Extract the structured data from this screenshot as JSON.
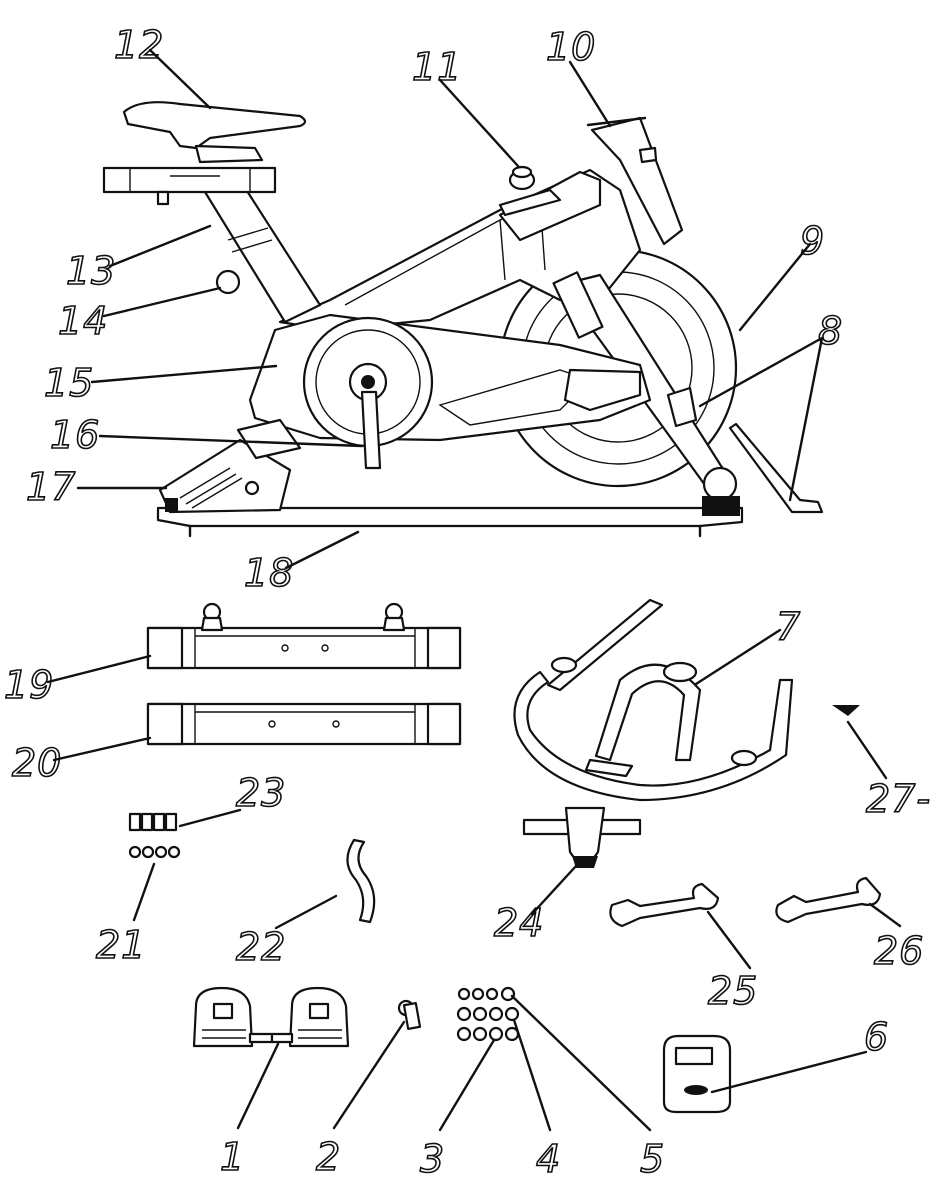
{
  "callouts": [
    {
      "id": "1",
      "label": "1"
    },
    {
      "id": "2",
      "label": "2"
    },
    {
      "id": "3",
      "label": "3"
    },
    {
      "id": "4",
      "label": "4"
    },
    {
      "id": "5",
      "label": "5"
    },
    {
      "id": "6",
      "label": "6"
    },
    {
      "id": "7",
      "label": "7"
    },
    {
      "id": "8",
      "label": "8"
    },
    {
      "id": "9",
      "label": "9"
    },
    {
      "id": "10",
      "label": "10"
    },
    {
      "id": "11",
      "label": "11"
    },
    {
      "id": "12",
      "label": "12"
    },
    {
      "id": "13",
      "label": "13"
    },
    {
      "id": "14",
      "label": "14"
    },
    {
      "id": "15",
      "label": "15"
    },
    {
      "id": "16",
      "label": "16"
    },
    {
      "id": "17",
      "label": "17"
    },
    {
      "id": "18",
      "label": "18"
    },
    {
      "id": "19",
      "label": "19"
    },
    {
      "id": "20",
      "label": "20"
    },
    {
      "id": "21",
      "label": "21"
    },
    {
      "id": "22",
      "label": "22"
    },
    {
      "id": "23",
      "label": "23"
    },
    {
      "id": "24",
      "label": "24"
    },
    {
      "id": "25",
      "label": "25"
    },
    {
      "id": "26",
      "label": "26"
    },
    {
      "id": "27",
      "label": "27-"
    }
  ]
}
